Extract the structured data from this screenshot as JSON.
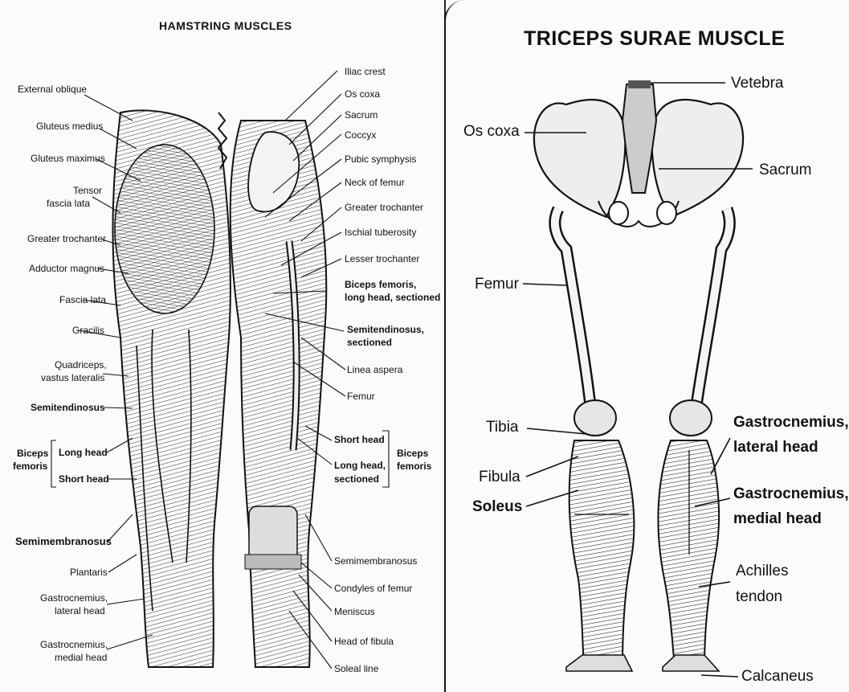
{
  "left": {
    "title": "HAMSTRING MUSCLES",
    "labels_left": {
      "external_oblique": "External oblique",
      "gluteus_medius": "Gluteus medius",
      "gluteus_maximus": "Gluteus maximus",
      "tensor_1": "Tensor",
      "tensor_2": "fascia lata",
      "greater_trochanter": "Greater trochanter",
      "adductor_magnus": "Adductor magnus",
      "fascia_lata": "Fascia lata",
      "gracilis": "Gracilis",
      "quad_1": "Quadriceps,",
      "quad_2": "vastus lateralis",
      "semitendinosus": "Semitendinosus",
      "biceps_1": "Biceps",
      "biceps_2": "femoris",
      "long_head": "Long head",
      "short_head": "Short head",
      "semimembranosus": "Semimembranosus",
      "plantaris": "Plantaris",
      "gastro_lat_1": "Gastrocnemius,",
      "gastro_lat_2": "lateral head",
      "gastro_med_1": "Gastrocnemius,",
      "gastro_med_2": "medial head"
    },
    "labels_right": {
      "iliac_crest": "Iliac crest",
      "os_coxa": "Os coxa",
      "sacrum": "Sacrum",
      "coccyx": "Coccyx",
      "pubic_symphysis": "Pubic symphysis",
      "neck_of_femur": "Neck of femur",
      "greater_trochanter": "Greater trochanter",
      "ischial_tuberosity": "Ischial tuberosity",
      "lesser_trochanter": "Lesser trochanter",
      "biceps_sect_1": "Biceps femoris,",
      "biceps_sect_2": "long head, sectioned",
      "semit_sect_1": "Semitendinosus,",
      "semit_sect_2": "sectioned",
      "linea_aspera": "Linea aspera",
      "femur": "Femur",
      "short_head": "Short head",
      "long_head_1": "Long head,",
      "long_head_2": "sectioned",
      "biceps_1": "Biceps",
      "biceps_2": "femoris",
      "semimembranosus": "Semimembranosus",
      "condyles": "Condyles of femur",
      "meniscus": "Meniscus",
      "head_fibula": "Head of fibula",
      "soleal_line": "Soleal line"
    }
  },
  "right": {
    "title": "TRICEPS SURAE MUSCLE",
    "labels": {
      "vetebra": "Vetebra",
      "os_coxa": "Os coxa",
      "sacrum": "Sacrum",
      "femur": "Femur",
      "tibia": "Tibia",
      "fibula": "Fibula",
      "soleus": "Soleus",
      "gastro_lat_1": "Gastrocnemius,",
      "gastro_lat_2": "lateral head",
      "gastro_med_1": "Gastrocnemius,",
      "gastro_med_2": "medial head",
      "achilles_1": "Achilles",
      "achilles_2": "tendon",
      "calcaneus": "Calcaneus"
    }
  }
}
